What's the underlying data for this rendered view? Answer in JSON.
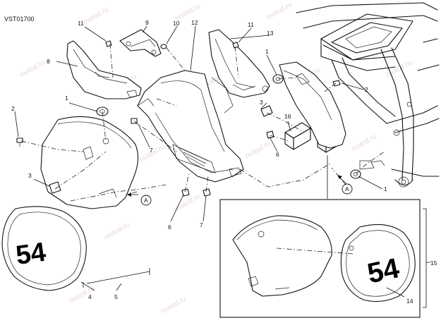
{
  "drawing_code": "VST01700",
  "watermark": "motod.ru",
  "race_number": "54",
  "reference_marker": "A",
  "callouts": {
    "c1_top": "1",
    "c1_mid": "1",
    "c1_right": "1",
    "c1_low": "1",
    "c2_left": "2",
    "c2_right": "2",
    "c3_left": "3",
    "c3_mid": "3",
    "c4": "4",
    "c5": "5",
    "c6_left": "6",
    "c6_right": "6",
    "c7_left": "7",
    "c7_mid": "7",
    "c8": "8",
    "c9": "9",
    "c10": "10",
    "c11_left": "11",
    "c11_right": "11",
    "c12": "12",
    "c13": "13",
    "c14": "14",
    "c15": "15",
    "c16": "16"
  }
}
